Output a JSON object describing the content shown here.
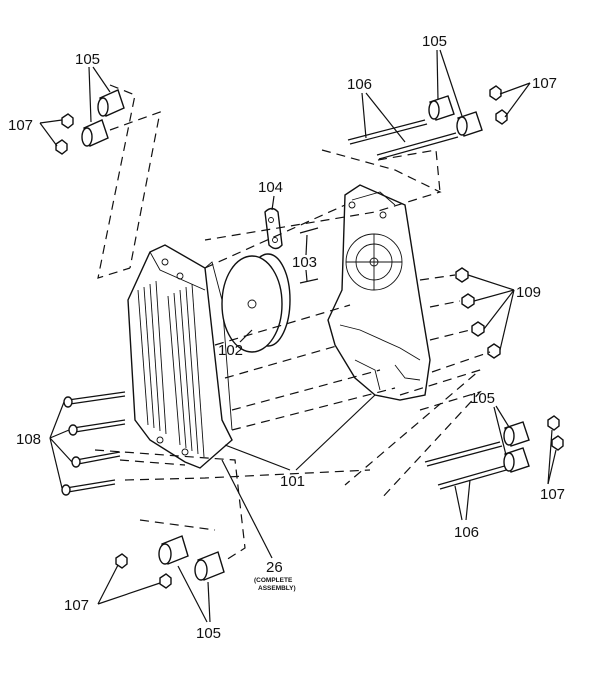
{
  "labels": {
    "l105_tl": "105",
    "l107_tl": "107",
    "l105_tr": "105",
    "l106_t": "106",
    "l107_tr": "107",
    "l104": "104",
    "l103": "103",
    "l109": "109",
    "l102": "102",
    "l108": "108",
    "l105_r": "105",
    "l101": "101",
    "l107_r": "107",
    "l106_b": "106",
    "l26": "26",
    "l26_note1": "(COMPLETE",
    "l26_note2": "ASSEMBLY)",
    "l107_bl": "107",
    "l105_bl": "105"
  }
}
